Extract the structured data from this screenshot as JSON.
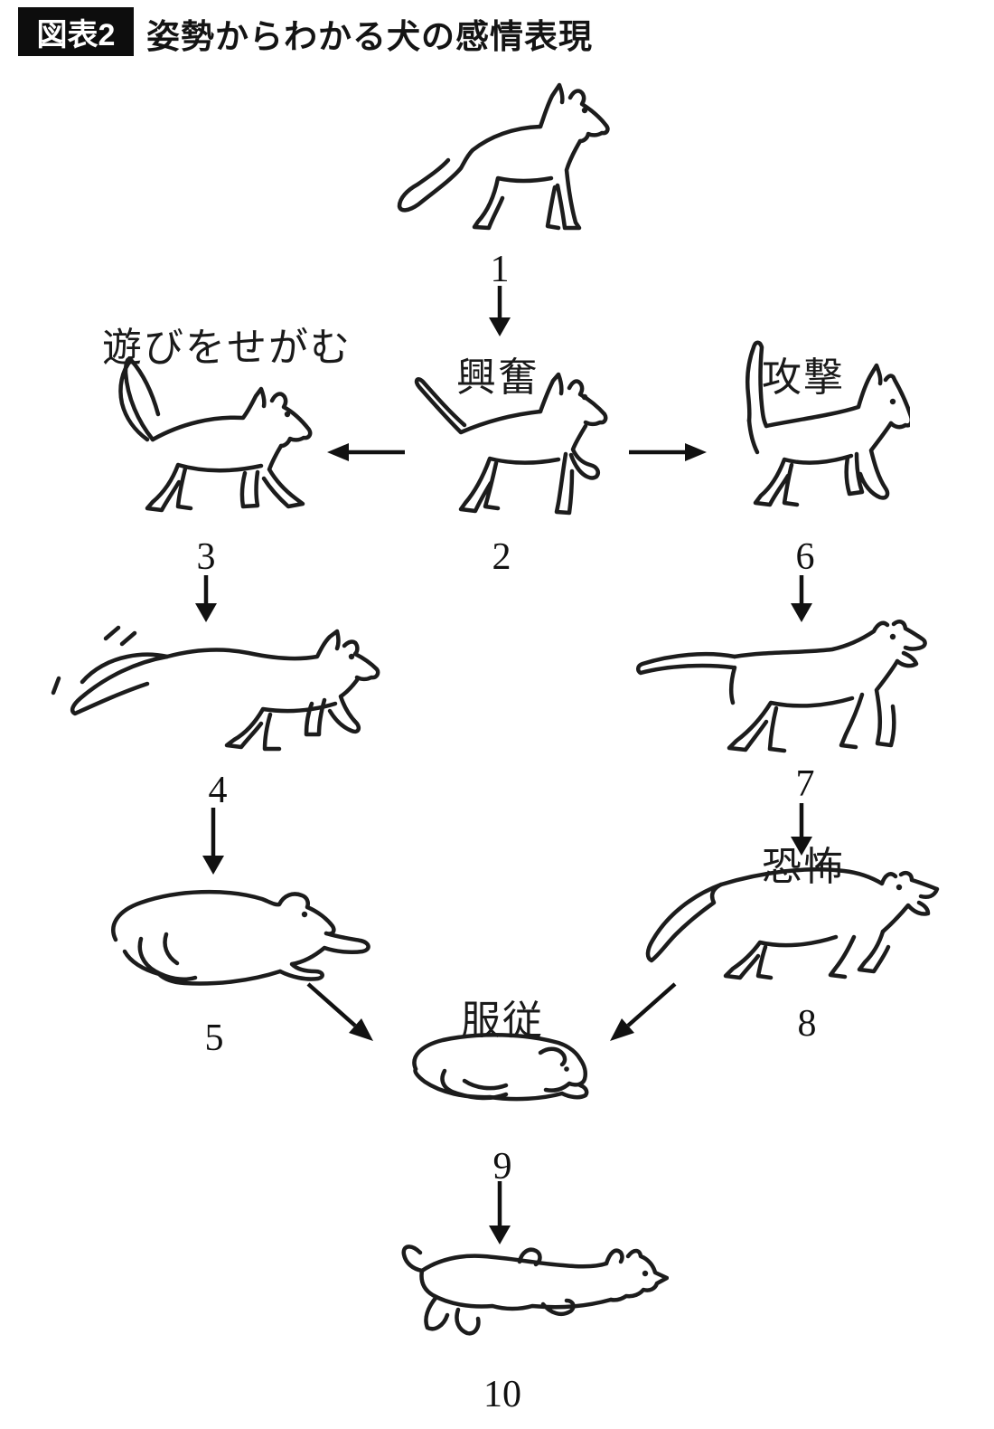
{
  "figure": {
    "badge": "図表2",
    "title": "姿勢からわかる犬の感情表現"
  },
  "colors": {
    "ink": "#1c1c1c",
    "badge_bg": "#0d0d0d",
    "badge_text": "#ffffff",
    "background": "#ffffff"
  },
  "nodes": [
    {
      "number": "1",
      "label": "",
      "icon": "standing-alert-dog-illustration"
    },
    {
      "number": "2",
      "label": "興奮",
      "icon": "excited-dog-paw-raised-illustration"
    },
    {
      "number": "3",
      "label": "遊びをせがむ",
      "icon": "play-soliciting-dog-tail-up-illustration"
    },
    {
      "number": "4",
      "label": "",
      "icon": "play-bow-tail-wagging-dog-illustration"
    },
    {
      "number": "5",
      "label": "",
      "icon": "crouching-low-dog-illustration"
    },
    {
      "number": "6",
      "label": "攻撃",
      "icon": "aggressive-dog-tail-straight-up-illustration"
    },
    {
      "number": "7",
      "label": "",
      "icon": "stiff-dog-tail-horizontal-barking-illustration"
    },
    {
      "number": "8",
      "label": "恐怖",
      "icon": "fearful-dog-tail-tucked-illustration"
    },
    {
      "number": "9",
      "label": "服従",
      "icon": "submissive-dog-lying-flat-illustration"
    },
    {
      "number": "10",
      "label": "",
      "icon": "dog-lying-on-back-belly-up-illustration"
    }
  ],
  "edges": [
    {
      "from": "1",
      "to": "2",
      "direction": "down"
    },
    {
      "from": "2",
      "to": "3",
      "direction": "left"
    },
    {
      "from": "2",
      "to": "6",
      "direction": "right"
    },
    {
      "from": "3",
      "to": "4",
      "direction": "down"
    },
    {
      "from": "4",
      "to": "5",
      "direction": "down"
    },
    {
      "from": "6",
      "to": "7",
      "direction": "down"
    },
    {
      "from": "7",
      "to": "8",
      "direction": "down"
    },
    {
      "from": "5",
      "to": "9",
      "direction": "down-right"
    },
    {
      "from": "8",
      "to": "9",
      "direction": "down-left"
    },
    {
      "from": "9",
      "to": "10",
      "direction": "down"
    }
  ]
}
